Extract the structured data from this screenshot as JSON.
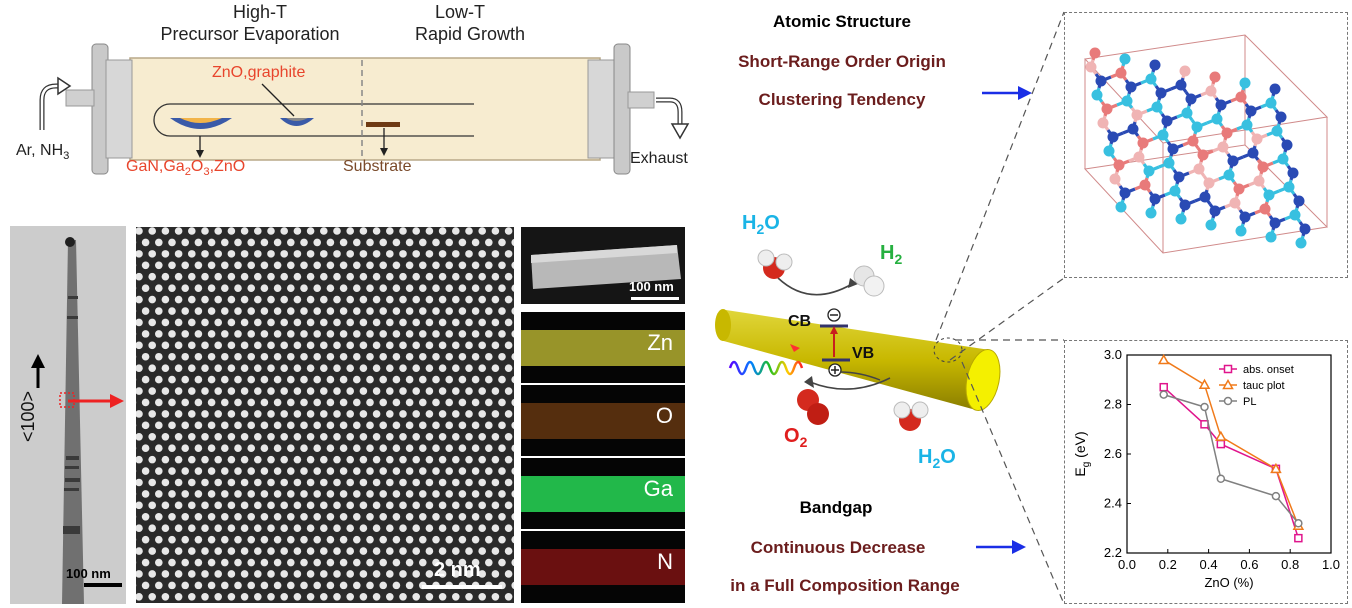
{
  "furnace": {
    "zone_high_line1": "High-T",
    "zone_high_line2": "Precursor Evaporation",
    "zone_low_line1": "Low-T",
    "zone_low_line2": "Rapid Growth",
    "inlet_label": "Ar, NH3",
    "outlet_label": "Exhaust",
    "source_label": "ZnO,graphite",
    "boat_label": "GaN,Ga2O3,ZnO",
    "substrate_label": "Substrate"
  },
  "tem": {
    "direction_label": "<100>",
    "scale_bar": "100 nm"
  },
  "hrtem": {
    "scale_bar": "2 nm"
  },
  "haadf": {
    "scale_bar": "100 nm"
  },
  "eds_maps": [
    {
      "element": "Zn",
      "color": "#d8d23a"
    },
    {
      "element": "O",
      "color": "#b8641a"
    },
    {
      "element": "Ga",
      "color": "#22b84a"
    },
    {
      "element": "N",
      "color": "#8a1414"
    }
  ],
  "photocatalysis": {
    "water_top": "H2O",
    "hydrogen": "H2",
    "cb": "CB",
    "vb": "VB",
    "oxygen": "O2",
    "water_bottom": "H2O"
  },
  "atomic": {
    "title": "Atomic Structure",
    "line1": "Short-Range Order Origin",
    "line2": "Clustering Tendency"
  },
  "bandgap": {
    "title": "Bandgap",
    "line1": "Continuous Decrease",
    "line2": "in a Full Composition Range"
  },
  "chart_data": {
    "type": "line",
    "xlabel": "ZnO (%)",
    "ylabel": "Eg (eV)",
    "xlim": [
      0.0,
      1.0
    ],
    "ylim": [
      2.2,
      3.0
    ],
    "xticks": [
      "0.0",
      "0.2",
      "0.4",
      "0.6",
      "0.8",
      "1.0"
    ],
    "yticks": [
      "2.2",
      "2.4",
      "2.6",
      "2.8",
      "3.0"
    ],
    "legend_position": "top-right",
    "series": [
      {
        "name": "abs. onset",
        "color": "#e0148c",
        "marker": "square",
        "x": [
          0.18,
          0.38,
          0.46,
          0.73,
          0.84
        ],
        "y": [
          2.87,
          2.72,
          2.64,
          2.54,
          2.26
        ]
      },
      {
        "name": "tauc plot",
        "color": "#f07a1a",
        "marker": "triangle",
        "x": [
          0.18,
          0.38,
          0.46,
          0.73,
          0.84
        ],
        "y": [
          2.98,
          2.88,
          2.67,
          2.54,
          2.31
        ]
      },
      {
        "name": "PL",
        "color": "#808080",
        "marker": "circle",
        "x": [
          0.18,
          0.38,
          0.46,
          0.73,
          0.84
        ],
        "y": [
          2.84,
          2.79,
          2.5,
          2.43,
          2.32
        ]
      }
    ]
  }
}
